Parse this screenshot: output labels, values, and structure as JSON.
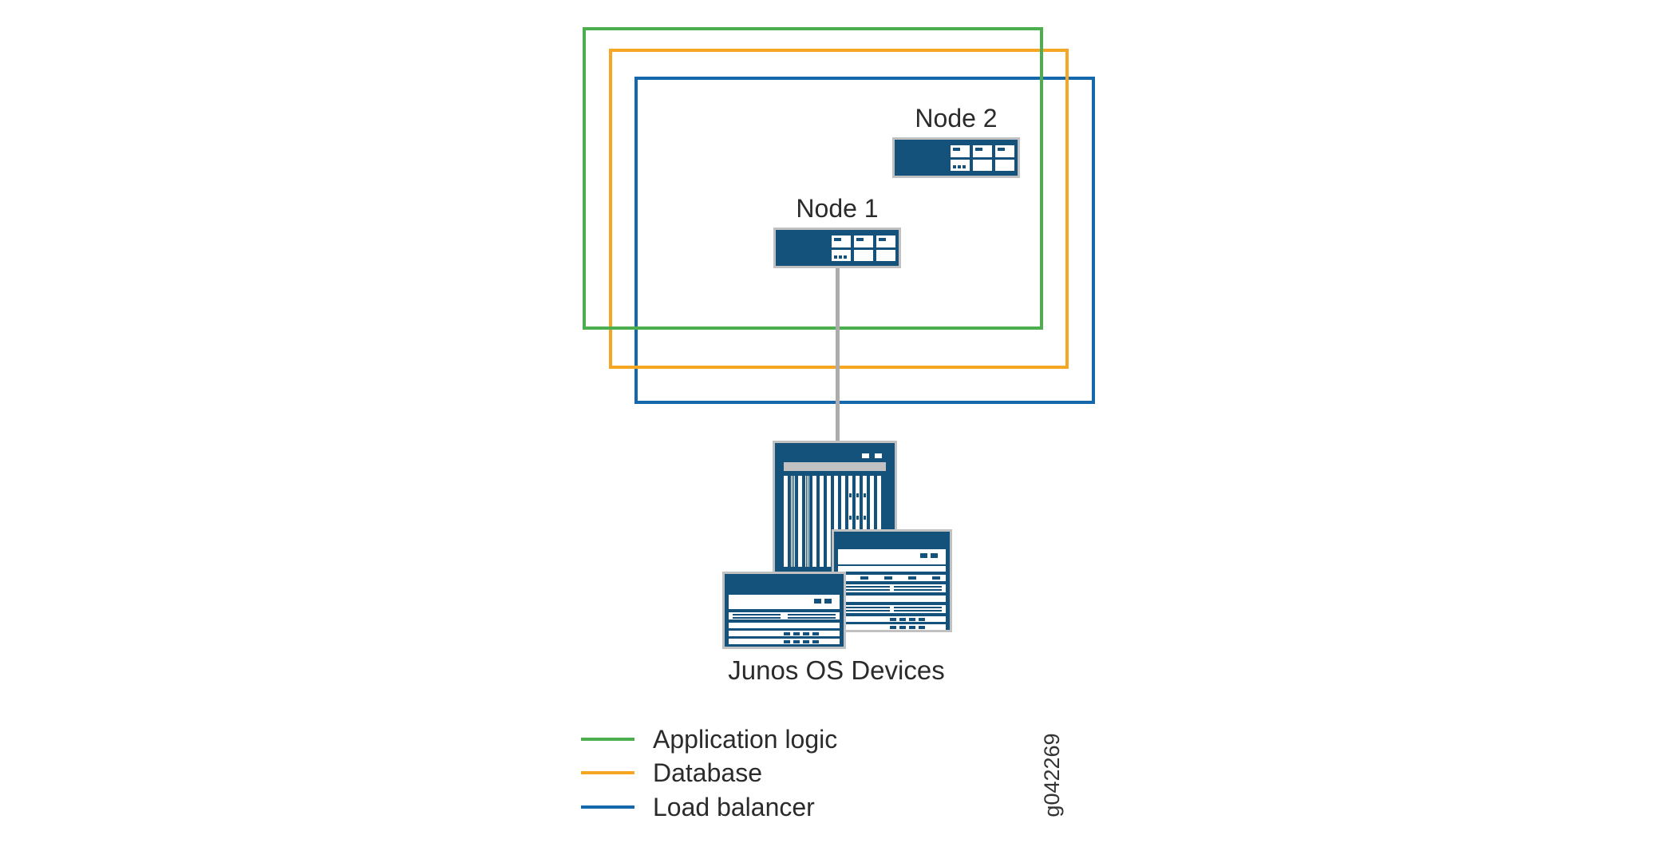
{
  "nodes": {
    "node1_label": "Node 1",
    "node2_label": "Node 2"
  },
  "devices_caption": "Junos OS Devices",
  "legend": {
    "items": [
      {
        "label": "Application logic",
        "color": "#4DAE4F"
      },
      {
        "label": "Database",
        "color": "#F5A623"
      },
      {
        "label": "Load balancer",
        "color": "#1668AD"
      }
    ]
  },
  "figure_id": "g042269",
  "colors": {
    "device_body": "#14517B",
    "device_border": "#C1C1C1",
    "connector": "#ACACAC",
    "vent_gray": "#C2C2C2"
  }
}
